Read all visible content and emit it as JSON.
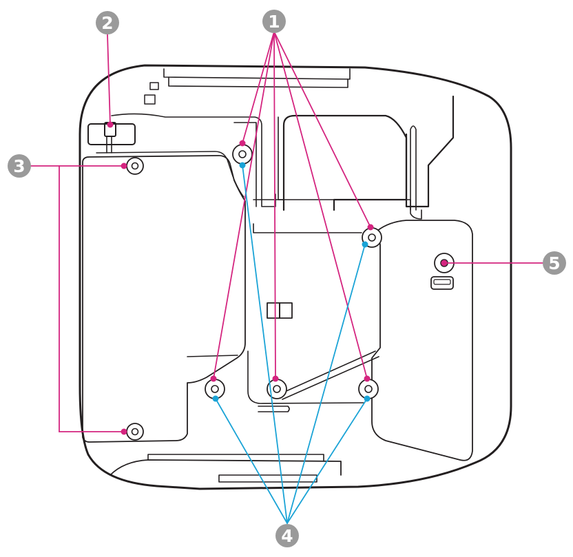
{
  "diagram": {
    "subject": "projector-underside",
    "colors": {
      "outline": "#231f20",
      "body_fill": "#ffffff",
      "leader_magenta": "#d4247f",
      "leader_cyan": "#1aa3d6",
      "callout_fill": "#9a9a9a",
      "callout_text": "#ffffff"
    },
    "callouts": [
      {
        "id": "callout-1",
        "label": "1"
      },
      {
        "id": "callout-2",
        "label": "2"
      },
      {
        "id": "callout-3",
        "label": "3"
      },
      {
        "id": "callout-4",
        "label": "4"
      },
      {
        "id": "callout-5",
        "label": "5"
      }
    ]
  }
}
